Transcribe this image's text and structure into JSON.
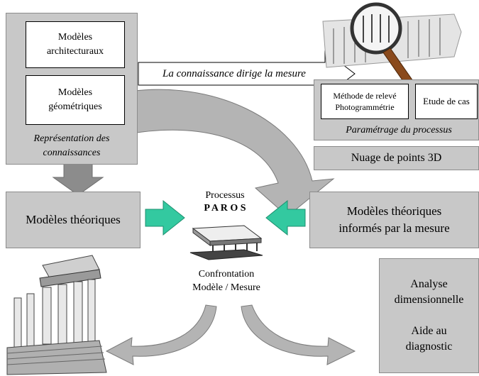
{
  "knowledge_panel": {
    "box_architectural": "Modèles\narchitecturaux",
    "box_geometric": "Modèles\ngéométriques",
    "caption": "Représentation des\nconnaissances"
  },
  "arrow_label": "La connaissance dirige la mesure",
  "process_panel": {
    "box_method": "Méthode de relevé\nPhotogrammétrie",
    "box_case": "Etude de cas",
    "caption": "Paramétrage du processus",
    "point_cloud": "Nuage de points 3D"
  },
  "theoretical_models": "Modèles théoriques",
  "informed_models": "Modèles théoriques\ninformés par la mesure",
  "paros": {
    "line1": "Processus",
    "line2": "P A R O S"
  },
  "confrontation": "Confrontation\nModèle / Mesure",
  "analysis": "Analyse\ndimensionnelle\n\nAide au\ndiagnostic",
  "colors": {
    "panel_grey": "#c8c8c8",
    "arrow_grey": "#b4b4b4",
    "arrow_green": "#33c9a0"
  }
}
